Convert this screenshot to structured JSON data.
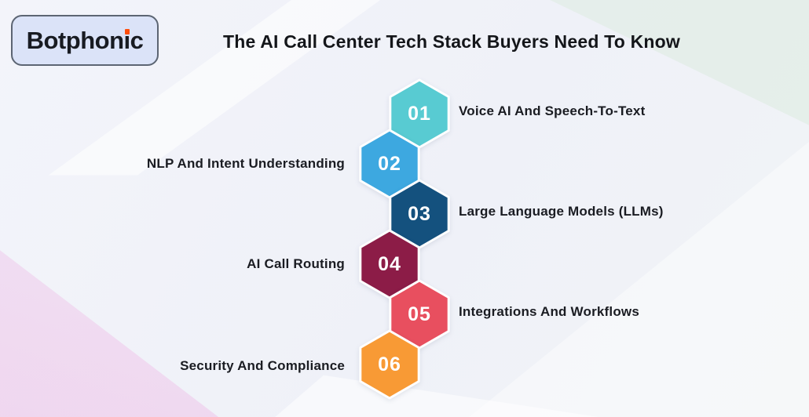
{
  "logo": {
    "text": "Botphonic",
    "text_pre": "Botphon",
    "text_i": "ı",
    "text_post": "c",
    "dot_color": "#FF4E0D",
    "box_bg": "#DBE3F8",
    "box_border": "#5C6573"
  },
  "header": {
    "title": "The AI Call Center Tech Stack Buyers Need To Know"
  },
  "diagram": {
    "number_color": "#FFFFFF",
    "label_color": "#1A1C22",
    "hex_stroke": "#FFFFFF",
    "items": [
      {
        "number": "01",
        "label": "Voice AI And Speech-To-Text",
        "color": "#58CBD2",
        "side": "right"
      },
      {
        "number": "02",
        "label": "NLP And Intent Understanding",
        "color": "#3DA8E0",
        "side": "left"
      },
      {
        "number": "03",
        "label": "Large Language Models (LLMs)",
        "color": "#14517E",
        "side": "right"
      },
      {
        "number": "04",
        "label": "AI Call Routing",
        "color": "#8C1C47",
        "side": "left"
      },
      {
        "number": "05",
        "label": "Integrations And Workflows",
        "color": "#E84F5F",
        "side": "right"
      },
      {
        "number": "06",
        "label": "Security And Compliance",
        "color": "#F89A35",
        "side": "left"
      }
    ]
  }
}
